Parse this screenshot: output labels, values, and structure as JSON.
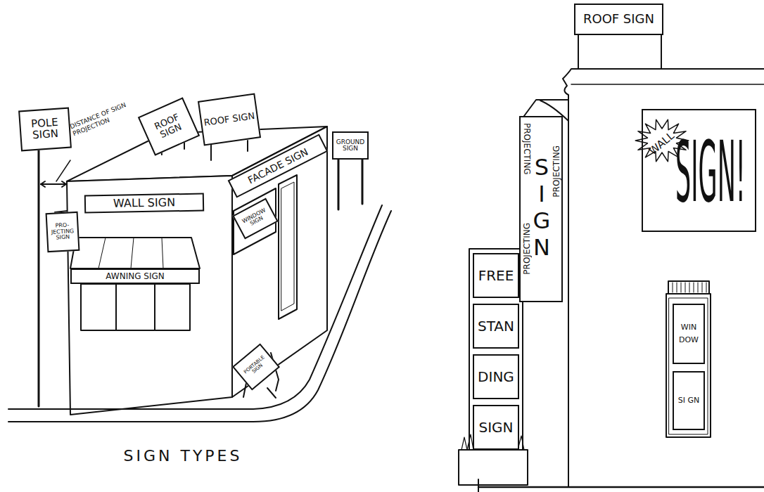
{
  "diagram": {
    "caption": "SIGN TYPES",
    "nodes": [
      {
        "text": [
          "POLE SIGN"
        ]
      },
      {
        "text": [
          "PRO- JECTING SIGN"
        ]
      },
      {
        "text": [
          "WALL SIGN"
        ]
      },
      {
        "text": [
          "AWNING SIGN"
        ]
      },
      {
        "text": [
          "ROOF SIGN"
        ]
      },
      {
        "text": [
          "ROOF SIGN"
        ]
      },
      {
        "text": [
          "FACADE SIGN"
        ]
      },
      {
        "text": [
          "WINDOW SIGN"
        ]
      },
      {
        "text": [
          "GROUND SIGN"
        ]
      },
      {
        "text": [
          "PORTABLE SIGN"
        ]
      },
      {
        "text": [
          "ROOF SIGN"
        ]
      },
      {
        "text": [
          "WALL",
          "SIGN!"
        ]
      },
      {
        "text": [
          "PROJECTING",
          "SIGN",
          "PROJECTING",
          "PROJECTING"
        ]
      },
      {
        "text": [
          "FREE"
        ]
      },
      {
        "text": [
          "STAN"
        ]
      },
      {
        "text": [
          "DING"
        ]
      },
      {
        "text": [
          "SIGN"
        ]
      },
      {
        "text": [
          "WIN DOW"
        ]
      },
      {
        "text": [
          "SI GN"
        ]
      }
    ],
    "labels": [
      "DISTANCE OF SIGN PROJECTION"
    ]
  }
}
